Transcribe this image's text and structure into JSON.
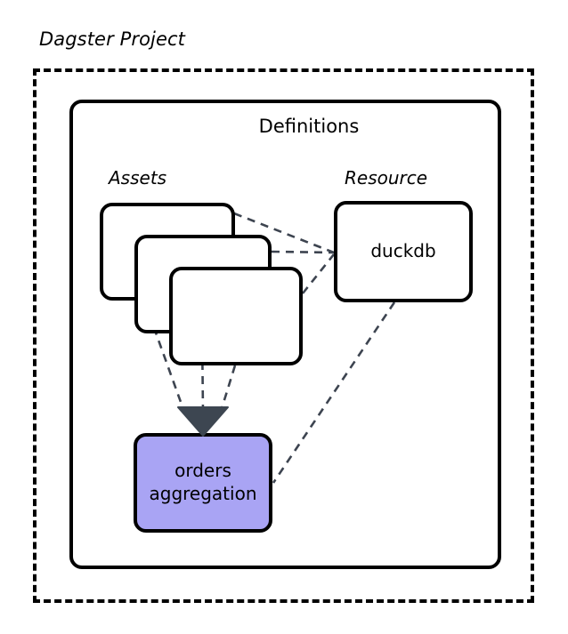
{
  "diagram": {
    "title": "Dagster Project",
    "container_label": "Definitions",
    "groups": {
      "assets_label": "Assets",
      "resource_label": "Resource"
    },
    "nodes": {
      "asset_1": "",
      "asset_2": "",
      "asset_3": "",
      "resource": "duckdb",
      "output_line1": "orders",
      "output_line2": "aggregation"
    },
    "colors": {
      "output_fill": "#a9a4f4",
      "stroke": "#000000",
      "edge": "#3d4450",
      "arrowhead": "#3d4651",
      "background": "#ffffff"
    },
    "edges": {
      "asset1_to_resource": "dashed",
      "asset2_to_resource": "dashed",
      "asset3_to_resource": "dashed",
      "asset1_to_output": "dashed",
      "asset2_to_output": "dashed",
      "asset3_to_output": "dashed",
      "resource_to_output": "dashed"
    }
  }
}
